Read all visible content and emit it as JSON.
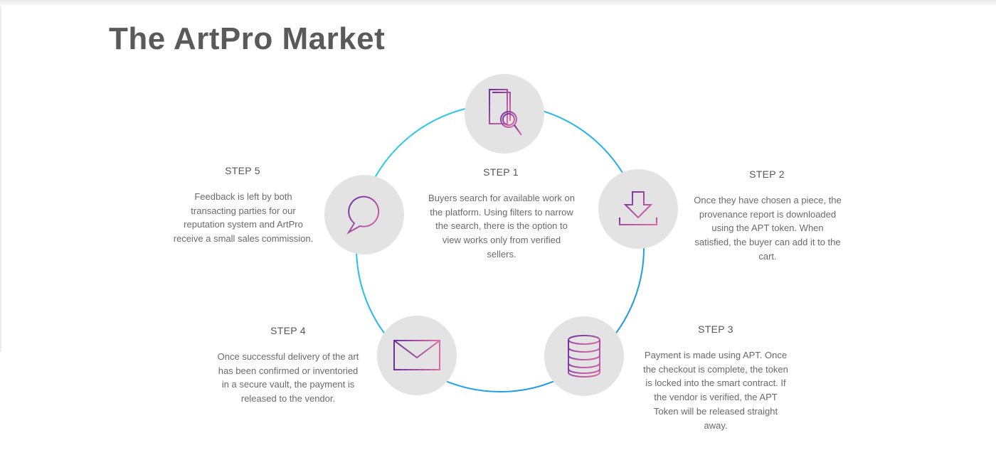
{
  "page": {
    "title": "The ArtPro Market"
  },
  "colors": {
    "ring_start": "#2ed3ee",
    "ring_end": "#1a8ee6",
    "icon_start": "#6b2fa0",
    "icon_end": "#e06aa8",
    "node_fill": "#e3e3e3"
  },
  "steps": [
    {
      "heading": "STEP 1",
      "icon": "document-search-icon",
      "text": "Buyers search for available work on the platform. Using filters to narrow the search, there is the option to view works only from verified sellers."
    },
    {
      "heading": "STEP 2",
      "icon": "download-icon",
      "text": "Once they have chosen a piece, the provenance report is downloaded using the APT token. When satisfied, the buyer can add it to the cart."
    },
    {
      "heading": "STEP 3",
      "icon": "database-coins-icon",
      "text": "Payment is made using APT. Once the checkout is complete, the token is locked into the smart contract. If the vendor is verified, the APT Token will be released straight away."
    },
    {
      "heading": "STEP 4",
      "icon": "envelope-icon",
      "text": "Once successful delivery of the art has been confirmed or inventoried in a secure vault, the payment is released to the vendor."
    },
    {
      "heading": "STEP 5",
      "icon": "chat-bubble-icon",
      "text": "Feedback is left by both transacting parties for our reputation system and ArtPro receive a small sales commission."
    }
  ]
}
